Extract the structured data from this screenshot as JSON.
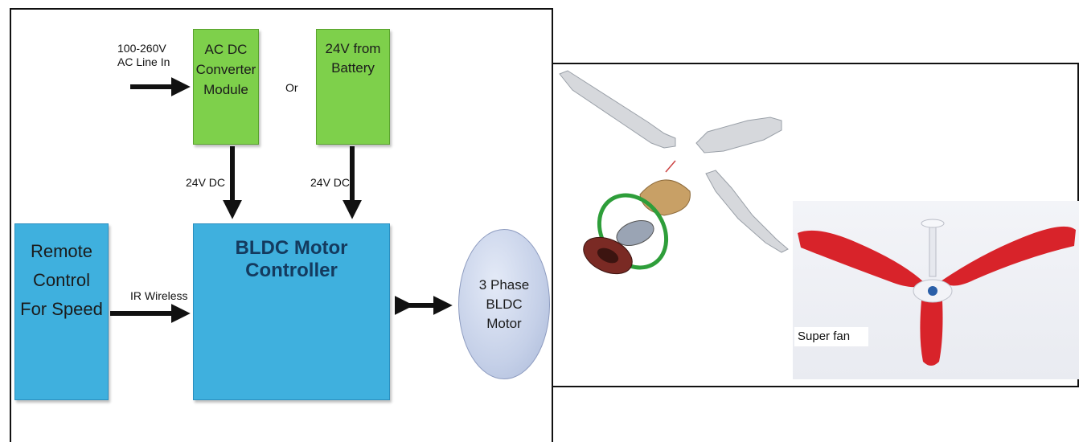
{
  "diagram": {
    "input_label": "100-260V\nAC Line In",
    "or_label": "Or",
    "ac_dc_box": "AC DC\nConverter\nModule",
    "battery_box": "24V from\nBattery",
    "dc_label_left": "24V DC",
    "dc_label_right": "24V DC",
    "remote_box": "Remote\nControl\nFor Speed",
    "ir_label": "IR Wireless",
    "controller_box": "BLDC Motor Controller",
    "motor_ellipse": "3 Phase\nBLDC\nMotor"
  },
  "photo": {
    "caption": "Super fan"
  },
  "colors": {
    "green_box": "#7ed04b",
    "blue_box": "#3fb0de",
    "motor_fill": "#c5d0e8",
    "fan_blade_red": "#d8232a",
    "ring_green": "#2e9e3a"
  }
}
